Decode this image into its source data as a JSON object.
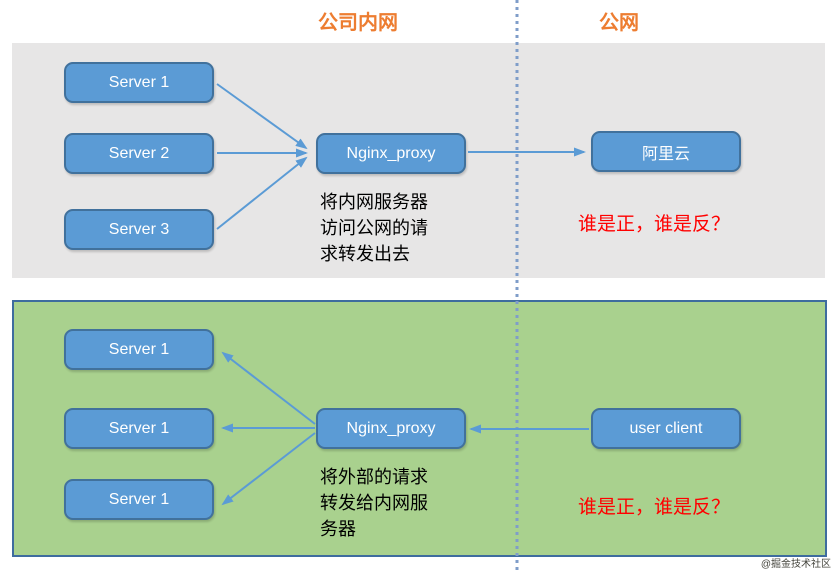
{
  "header": {
    "intranet": "公司内网",
    "public": "公网"
  },
  "forward_proxy": {
    "servers": [
      "Server 1",
      "Server 2",
      "Server 3"
    ],
    "proxy": "Nginx_proxy",
    "target": "阿里云",
    "description": "将内网服务器\n访问公网的请\n求转发出去",
    "question": "谁是正，谁是反？"
  },
  "reverse_proxy": {
    "servers": [
      "Server 1",
      "Server 1",
      "Server 1"
    ],
    "proxy": "Nginx_proxy",
    "client": "user client",
    "description": "将外部的请求\n转发给内网服\n务器",
    "question": "谁是正，谁是反？"
  },
  "watermark": "@掘金技术社区",
  "colors": {
    "node_fill": "#5B9BD5",
    "node_border": "#41719C",
    "arrow": "#5B9BD5",
    "intranet_panel_bg": "#E7E6E6",
    "internet_panel_bg": "#A9D18E",
    "panel_border": "#3E6C9E",
    "header_text": "#ED7D31",
    "question_text": "#FF0000",
    "divider": "#7F9DC9"
  }
}
